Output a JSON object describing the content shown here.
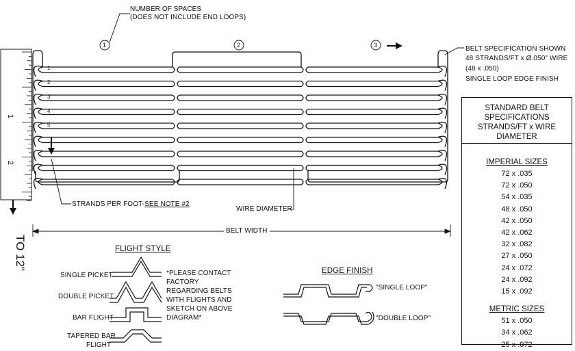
{
  "labels": {
    "number_of_spaces": "NUMBER OF SPACES",
    "not_include_end_loops": "(DOES NOT INCLUDE END LOOPS)",
    "space_1": "1",
    "space_2": "2",
    "space_3": "3",
    "belt_spec_shown": "BELT SPECIFICATION SHOWN",
    "strands_wire": "48 STRANDS/FT x Ø.050\" WIRE",
    "strands_short": "(48 x .050)",
    "single_loop_edge": "SINGLE LOOP EDGE FINISH",
    "strands_per_foot": "STRANDS PER FOOT-",
    "see_note": "SEE NOTE #2",
    "wire_diameter": "WIRE DIAMETER",
    "belt_width": "BELT WIDTH",
    "to_12": "TO 12\"",
    "ruler_1": "1",
    "ruler_2": "2",
    "strand_numbers": [
      "1",
      "2",
      "3",
      "4",
      "5"
    ]
  },
  "flight_style": {
    "title": "FLIGHT STYLE",
    "items": [
      "SINGLE PICKET",
      "DOUBLE PICKET",
      "BAR FLIGHT",
      "TAPERED BAR",
      "FLIGHT"
    ],
    "note": [
      "*PLEASE CONTACT",
      "FACTORY",
      "REGARDING BELTS",
      "WITH FLIGHTS AND",
      "SKETCH ON ABOVE",
      "DIAGRAM*"
    ]
  },
  "edge_finish": {
    "title": "EDGE FINISH",
    "single": "\"SINGLE LOOP\"",
    "double": "\"DOUBLE LOOP\""
  },
  "spec_table": {
    "title": [
      "STANDARD BELT",
      "SPECIFICATIONS",
      "STRANDS/FT x WIRE DIAMETER"
    ],
    "imperial_title": "IMPERIAL SIZES",
    "imperial": [
      "72 x .035",
      "72 x .050",
      "54 x .035",
      "48 x .050",
      "42 x .050",
      "42 x .062",
      "32 x .082",
      "27 x .050",
      "24 x .072",
      "24 x .092",
      "15 x .092"
    ],
    "metric_title": "METRIC SIZES",
    "metric": [
      "51 x .050",
      "34 x .062",
      "25 x .072"
    ]
  }
}
